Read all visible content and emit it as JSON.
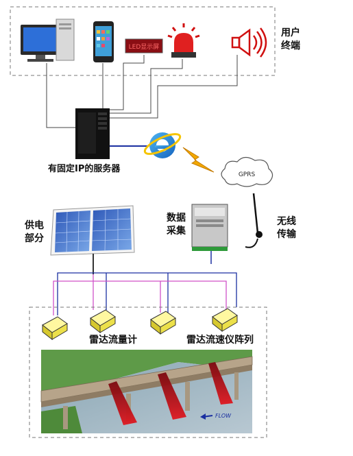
{
  "labels": {
    "user_terminal": [
      "用户",
      "终端"
    ],
    "server": "有固定IP的服务器",
    "gprs": "GPRS",
    "power": [
      "供电",
      "部分"
    ],
    "data_collection": [
      "数据",
      "采集"
    ],
    "wireless": [
      "无线",
      "传输"
    ],
    "radar_flowmeter": "雷达流量计",
    "radar_array": "雷达流速仪阵列",
    "led_text": "LED显示屏",
    "flow_text": "FLOW"
  },
  "icons": [
    "desktop-computer",
    "smartphone",
    "led-display",
    "alarm-light",
    "speaker",
    "tower-server",
    "internet-explorer",
    "lightning",
    "cloud",
    "solar-panel",
    "data-collector",
    "antenna",
    "radar-sensor",
    "bridge-river"
  ],
  "colors": {
    "wire_blue": "#1a2fa0",
    "wire_pink": "#d050c8",
    "wire_gray": "#444444",
    "sensor_yellow": "#ece04a",
    "beam_red": "#c8141e",
    "dash": "#777777"
  }
}
